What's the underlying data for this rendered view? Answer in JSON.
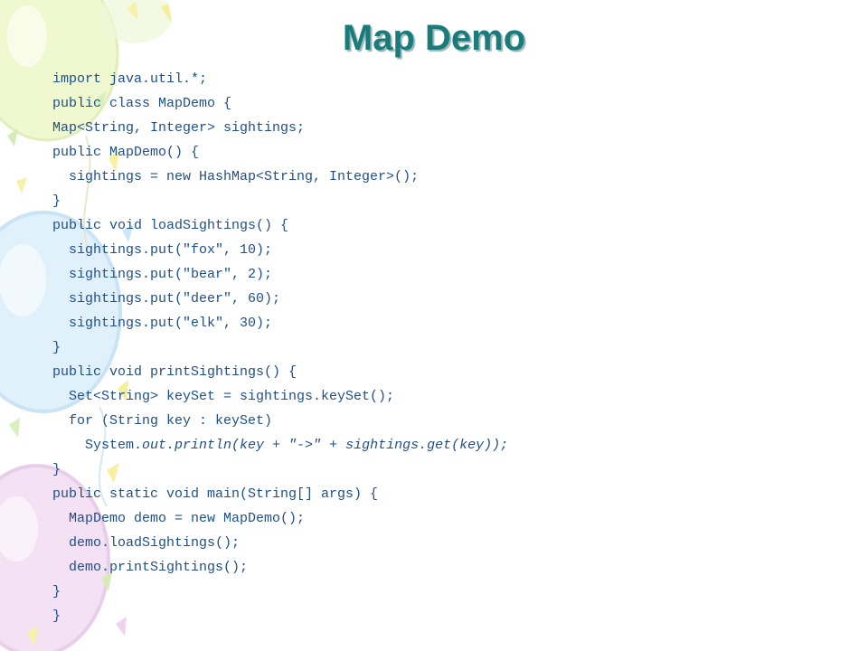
{
  "slide": {
    "title": "Map Demo",
    "colors": {
      "title": "#1b7a7a",
      "code": "#1f4f8a",
      "background": "#ffffff"
    },
    "code_lines": [
      "import java.util.*;",
      "public class MapDemo {",
      "Map<String, Integer> sightings;",
      "public MapDemo() {",
      "  sightings = new HashMap<String, Integer>();",
      "}",
      "public void loadSightings() {",
      "  sightings.put(\"fox\", 10);",
      "  sightings.put(\"bear\", 2);",
      "  sightings.put(\"deer\", 60);",
      "  sightings.put(\"elk\", 30);",
      "}",
      "public void printSightings() {",
      "  Set<String> keySet = sightings.keySet();",
      "  for (String key : keySet)",
      {
        "segments": [
          {
            "text": "    System.",
            "italic": false
          },
          {
            "text": "out.println(key + \"->\" + sightings.get(key));",
            "italic": true
          }
        ]
      },
      "}",
      "public static void main(String[] args) {",
      "  MapDemo demo = new MapDemo();",
      "  demo.loadSightings();",
      "  demo.printSightings();",
      "}",
      "}"
    ]
  }
}
